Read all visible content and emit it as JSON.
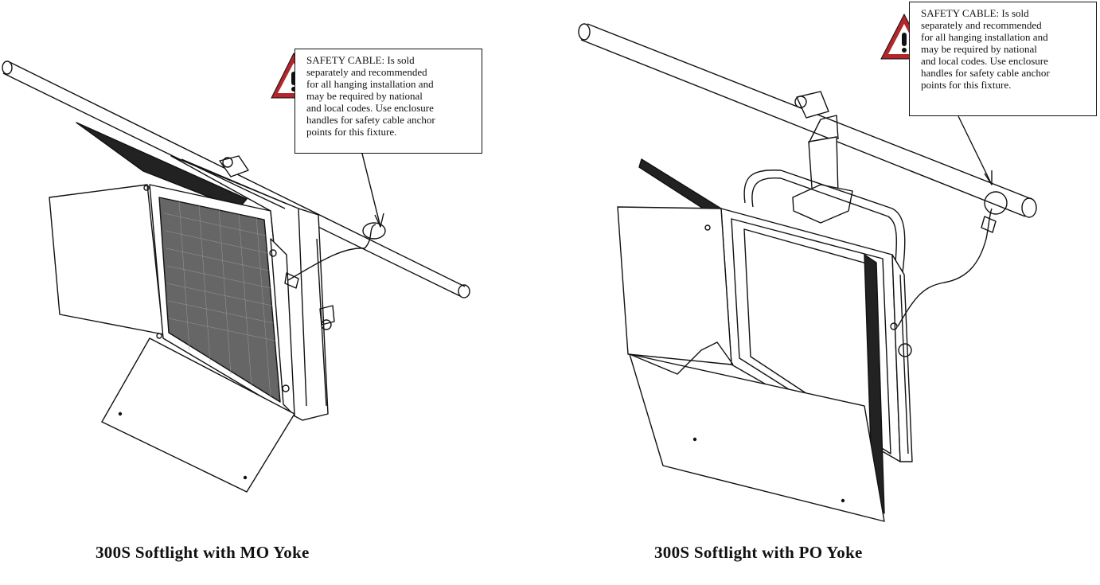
{
  "figures": [
    {
      "caption": "300S Softlight with MO Yoke",
      "warning_icon": "warning-triangle-icon",
      "note_lines": [
        "SAFETY CABLE:  Is sold",
        "separately and recommended",
        "for all hanging installation and",
        "may be required by national",
        "and local codes. Use enclosure",
        "handles for safety cable anchor",
        "points for this fixture."
      ]
    },
    {
      "caption": "300S Softlight with PO Yoke",
      "warning_icon": "warning-triangle-icon",
      "note_lines": [
        "SAFETY CABLE:  Is sold",
        "separately and recommended",
        "for all hanging installation and",
        "may be required by national",
        "and local codes. Use enclosure",
        "handles for safety cable anchor",
        "points for this fixture."
      ]
    }
  ],
  "colors": {
    "warning_red": "#b3262b",
    "line": "#111111"
  }
}
